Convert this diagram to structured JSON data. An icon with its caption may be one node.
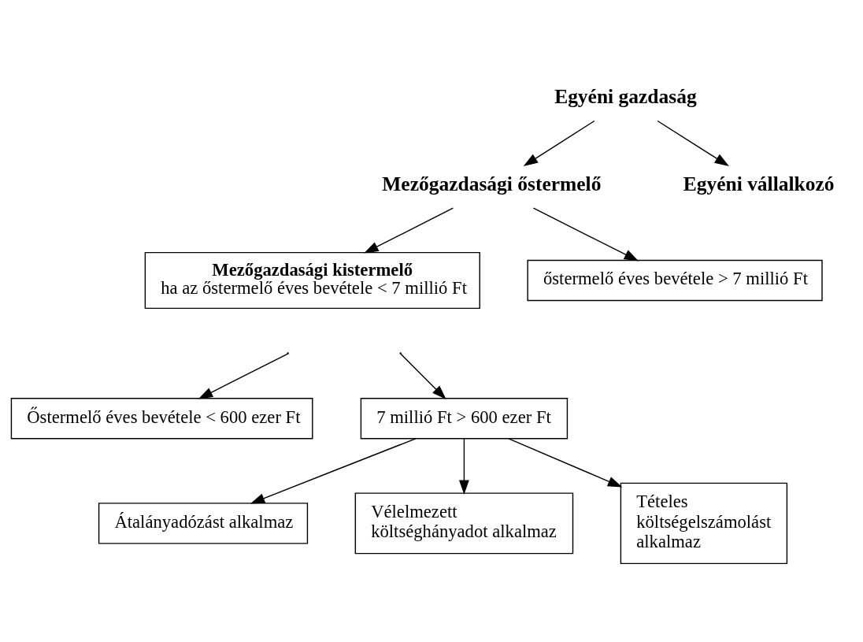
{
  "diagram": {
    "nodes": [
      {
        "text": [
          "Egyéni gazdaság"
        ]
      },
      {
        "text": [
          "Mezőgazdasági őstermelő"
        ]
      },
      {
        "text": [
          "Egyéni vállalkozó"
        ]
      },
      {
        "text": [
          "Mezőgazdasági kistermelő",
          "ha az őstermelő éves bevétele < 7 millió Ft"
        ]
      },
      {
        "text": [
          "őstermelő éves bevétele > 7 millió Ft"
        ]
      },
      {
        "text": [
          "Őstermelő éves bevétele < 600 ezer Ft"
        ]
      },
      {
        "text": [
          "7 millió Ft > 600 ezer Ft"
        ]
      },
      {
        "text": [
          "Átalányadózást alkalmaz"
        ]
      },
      {
        "text": [
          "Vélelmezett költséghányadot alkalmaz"
        ]
      },
      {
        "text": [
          "Tételes költségelszámolást alkalmaz"
        ]
      }
    ],
    "edges": [
      {
        "from": 0,
        "to": 1,
        "arrow": "to"
      },
      {
        "from": 0,
        "to": 2,
        "arrow": "to"
      },
      {
        "from": 1,
        "to": 3,
        "arrow": "to"
      },
      {
        "from": 1,
        "to": 4,
        "arrow": "to"
      },
      {
        "from": null,
        "to": 5,
        "arrow": "to"
      },
      {
        "from": null,
        "to": 6,
        "arrow": "to"
      },
      {
        "from": 6,
        "to": 7,
        "arrow": "to"
      },
      {
        "from": 6,
        "to": 8,
        "arrow": "to"
      },
      {
        "from": 6,
        "to": 9,
        "arrow": "to"
      }
    ]
  }
}
